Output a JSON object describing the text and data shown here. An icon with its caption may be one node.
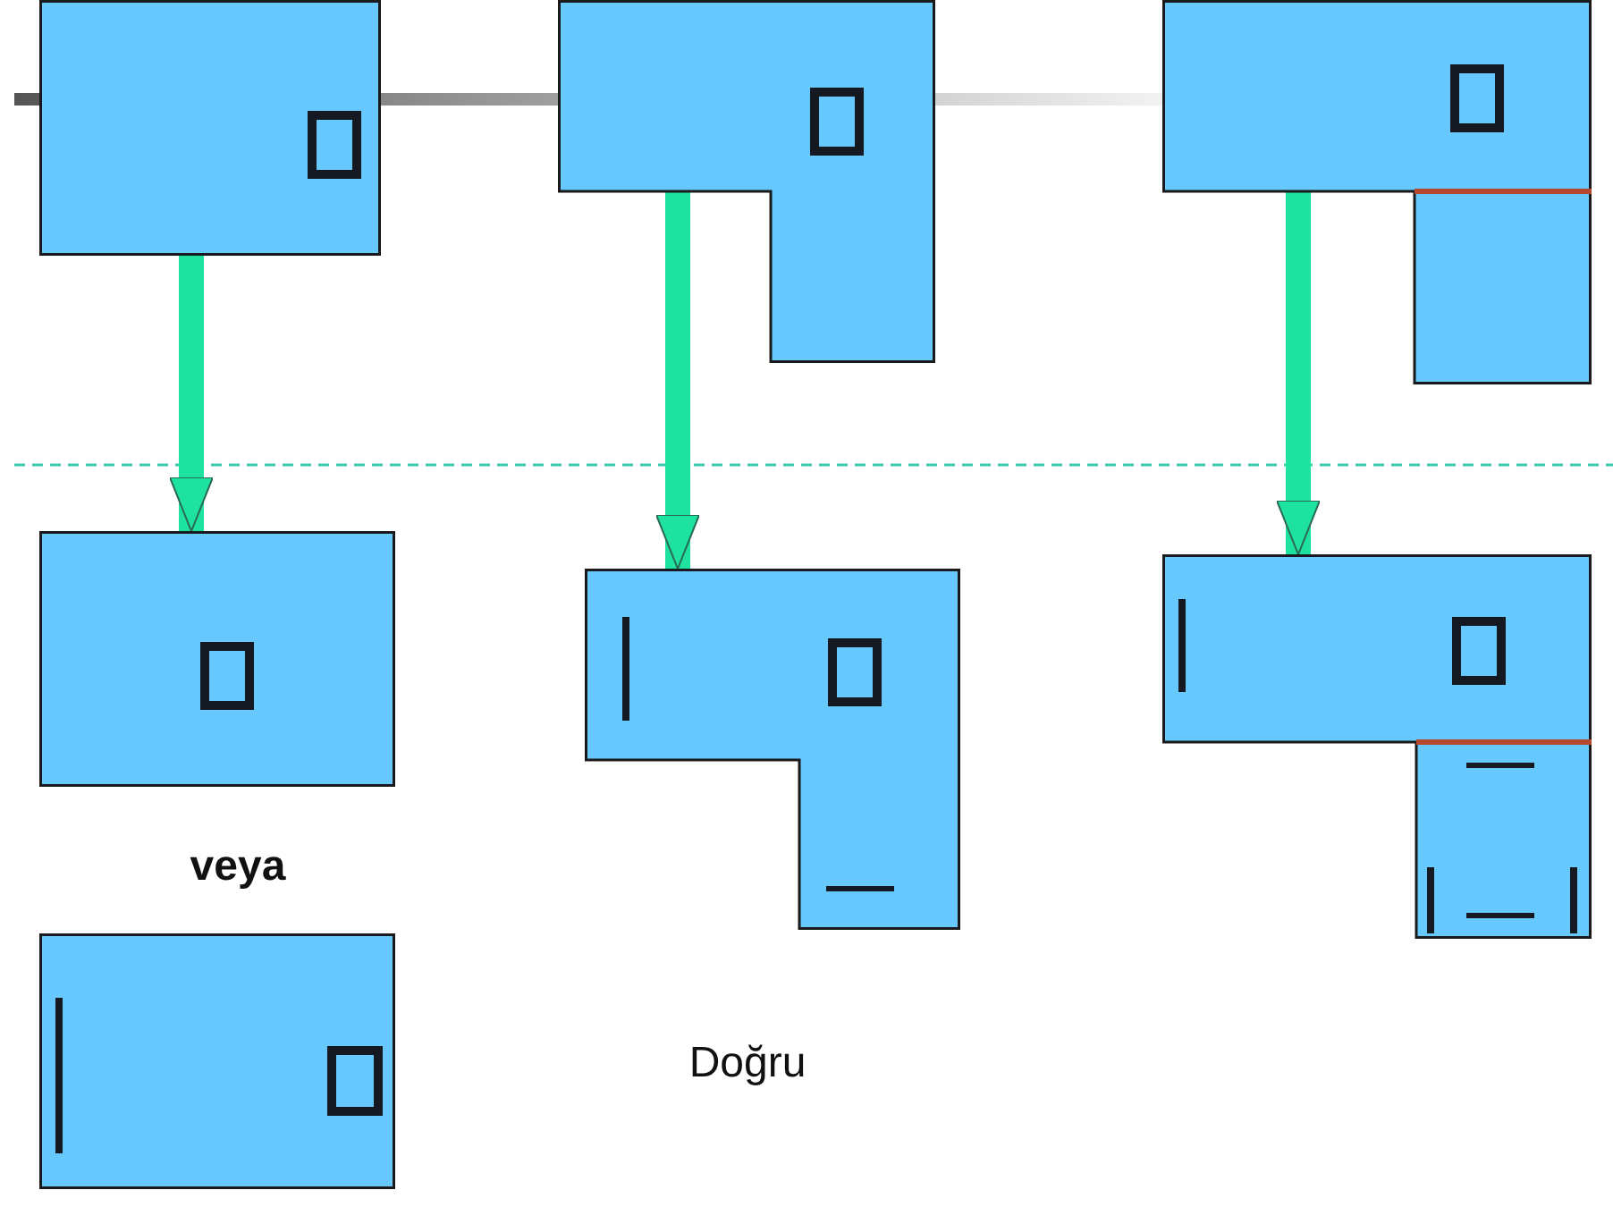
{
  "diagram": {
    "nodes": [
      {
        "text": [],
        "shape": "box"
      },
      {
        "text": [],
        "shape": "polygon"
      },
      {
        "text": [],
        "shape": "polygon"
      },
      {
        "text": [],
        "shape": "box"
      },
      {
        "text": [],
        "shape": "polygon"
      },
      {
        "text": [],
        "shape": "polygon"
      },
      {
        "text": [],
        "shape": "box"
      }
    ],
    "edges": [
      {
        "from": 0,
        "to": 3,
        "arrow": "to"
      },
      {
        "from": 1,
        "to": 4,
        "arrow": "to"
      },
      {
        "from": 2,
        "to": 5,
        "arrow": "to"
      }
    ],
    "labels": [
      "veya",
      "Doğru"
    ]
  }
}
